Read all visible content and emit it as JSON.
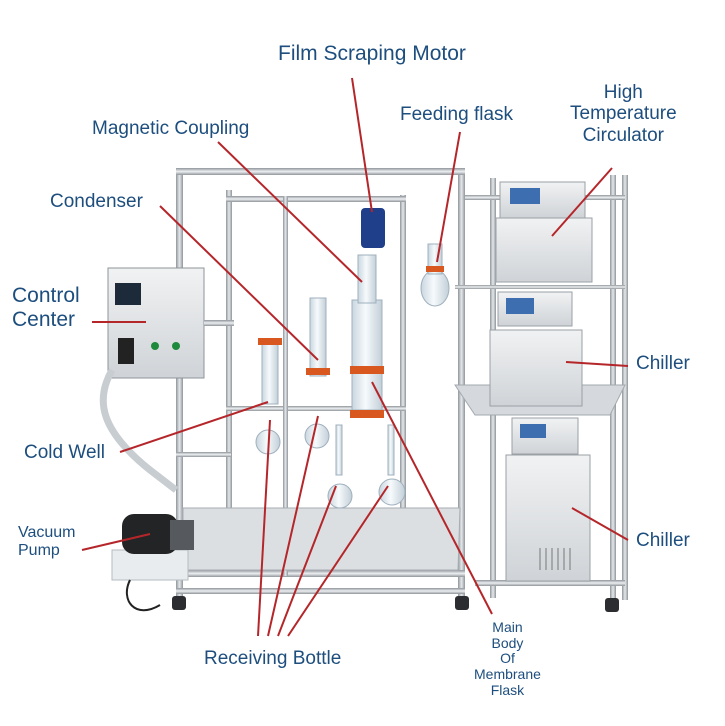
{
  "labels": {
    "film_scraping_motor": "Film Scraping Motor",
    "magnetic_coupling": "Magnetic  Coupling",
    "feeding_flask": "Feeding flask",
    "high_temp_circulator": [
      "High",
      "Temperature",
      "Circulator"
    ],
    "condenser": "Condenser",
    "control_center": [
      "Control",
      "Center"
    ],
    "chiller_top": "Chiller",
    "cold_well": "Cold Well",
    "vacuum_pump": [
      "Vacuum",
      "Pump"
    ],
    "chiller_bottom": "Chiller",
    "receiving_bottle": "Receiving Bottle",
    "main_body": [
      "Main",
      "Body",
      "Of",
      "Membrane",
      "Flask"
    ]
  },
  "colors": {
    "label_text": "#1d4e7e",
    "leader_line": "#b5262a",
    "frame_steel": "#b9bec4",
    "glass": "#dfe8ee",
    "clamp": "#d9581f",
    "motor_blue": "#1f3f8a",
    "cabinet": "#e8eaec",
    "screen": "#3d6fb0",
    "pump_black": "#222426"
  }
}
